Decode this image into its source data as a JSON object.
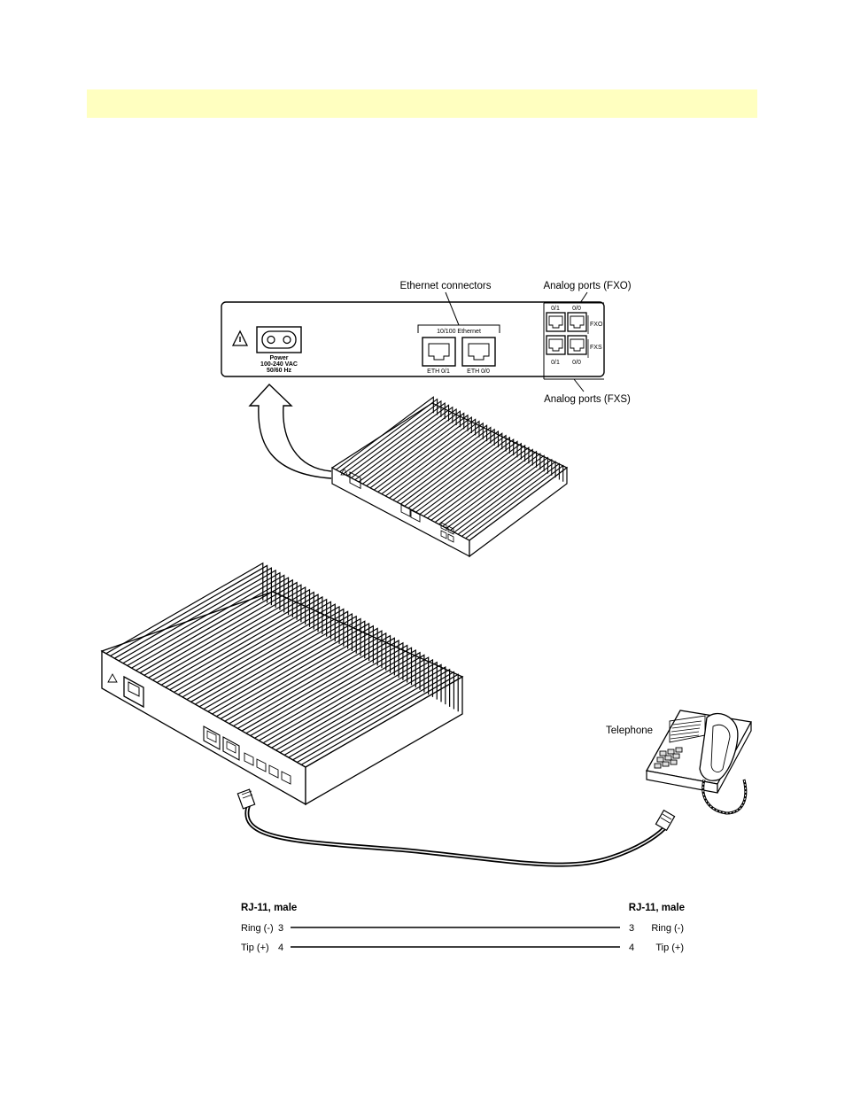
{
  "rear_panel": {
    "callouts": {
      "ethernet": "Ethernet connectors",
      "analog_fxo": "Analog ports (FXO)",
      "analog_fxs": "Analog ports (FXS)"
    },
    "power": {
      "title": "Power",
      "voltage": "100-240 VAC",
      "frequency": "50/60 Hz"
    },
    "ethernet_group": "10/100 Ethernet",
    "eth_ports": [
      "ETH 0/1",
      "ETH 0/0"
    ],
    "fxo_labels": [
      "0/1",
      "0/0"
    ],
    "fxs_labels": [
      "0/1",
      "0/0"
    ],
    "fxo_tag": "FXO",
    "fxs_tag": "FXS"
  },
  "telephone_label": "Telephone",
  "pinout": {
    "left_header": "RJ-11, male",
    "right_header": "RJ-11, male",
    "rows": [
      {
        "signal_left": "Ring (-)",
        "pin_left": "3",
        "pin_right": "3",
        "signal_right": "Ring (-)"
      },
      {
        "signal_left": "Tip (+)",
        "pin_left": "4",
        "pin_right": "4",
        "signal_right": "Tip (+)"
      }
    ]
  }
}
